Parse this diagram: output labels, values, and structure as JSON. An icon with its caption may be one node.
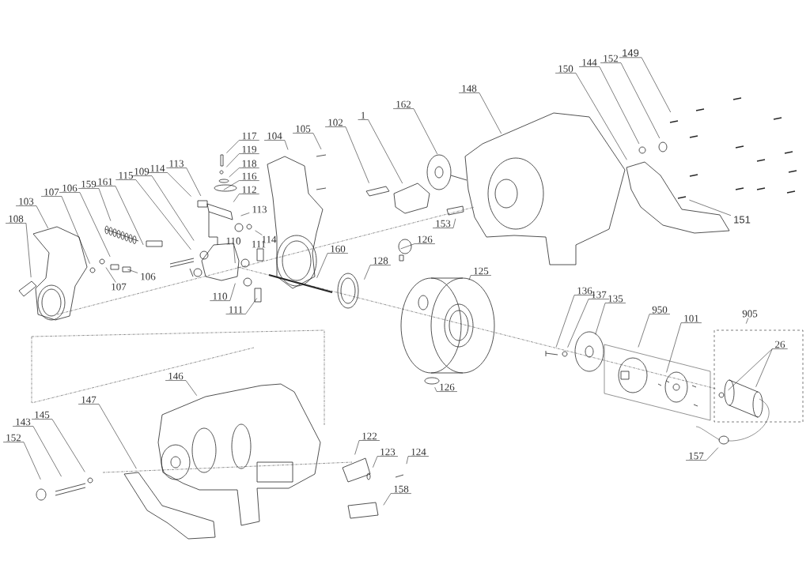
{
  "diagram": {
    "nodes": [
      {
        "text": [
          "149"
        ]
      },
      {
        "text": [
          "152"
        ]
      },
      {
        "text": [
          "144"
        ]
      },
      {
        "text": [
          "150"
        ]
      },
      {
        "text": [
          "148"
        ]
      },
      {
        "text": [
          "162"
        ]
      },
      {
        "text": [
          "1"
        ]
      },
      {
        "text": [
          "102"
        ]
      },
      {
        "text": [
          "105"
        ]
      },
      {
        "text": [
          "117"
        ]
      },
      {
        "text": [
          "104"
        ]
      },
      {
        "text": [
          "119"
        ]
      },
      {
        "text": [
          "118"
        ]
      },
      {
        "text": [
          "113"
        ]
      },
      {
        "text": [
          "114"
        ]
      },
      {
        "text": [
          "109"
        ]
      },
      {
        "text": [
          "115"
        ]
      },
      {
        "text": [
          "116"
        ]
      },
      {
        "text": [
          "161"
        ]
      },
      {
        "text": [
          "159"
        ]
      },
      {
        "text": [
          "106"
        ]
      },
      {
        "text": [
          "112"
        ]
      },
      {
        "text": [
          "107"
        ]
      },
      {
        "text": [
          "103"
        ]
      },
      {
        "text": [
          "113"
        ]
      },
      {
        "text": [
          "108"
        ]
      },
      {
        "text": [
          "151"
        ]
      },
      {
        "text": [
          "153"
        ]
      },
      {
        "text": [
          "126"
        ]
      },
      {
        "text": [
          "114"
        ]
      },
      {
        "text": [
          "110"
        ]
      },
      {
        "text": [
          "160"
        ]
      },
      {
        "text": [
          "128"
        ]
      },
      {
        "text": [
          "125"
        ]
      },
      {
        "text": [
          "106"
        ]
      },
      {
        "text": [
          "107"
        ]
      },
      {
        "text": [
          "136"
        ]
      },
      {
        "text": [
          "137"
        ]
      },
      {
        "text": [
          "110"
        ]
      },
      {
        "text": [
          "135"
        ]
      },
      {
        "text": [
          "950"
        ]
      },
      {
        "text": [
          "111"
        ]
      },
      {
        "text": [
          "905"
        ]
      },
      {
        "text": [
          "101"
        ]
      },
      {
        "text": [
          "26"
        ]
      },
      {
        "text": [
          "146"
        ]
      },
      {
        "text": [
          "126"
        ]
      },
      {
        "text": [
          "147"
        ]
      },
      {
        "text": [
          "145"
        ]
      },
      {
        "text": [
          "143"
        ]
      },
      {
        "text": [
          "122"
        ]
      },
      {
        "text": [
          "152"
        ]
      },
      {
        "text": [
          "123"
        ]
      },
      {
        "text": [
          "124"
        ]
      },
      {
        "text": [
          "157"
        ]
      },
      {
        "text": [
          "158"
        ]
      }
    ],
    "edges": [
      {
        "from": 0,
        "to": null,
        "arrow": "none"
      },
      {
        "from": 1,
        "to": null,
        "arrow": "none"
      },
      {
        "from": 2,
        "to": null,
        "arrow": "none"
      },
      {
        "from": 3,
        "to": null,
        "arrow": "none"
      },
      {
        "from": 4,
        "to": null,
        "arrow": "none"
      },
      {
        "from": 5,
        "to": null,
        "arrow": "none"
      },
      {
        "from": 6,
        "to": null,
        "arrow": "none"
      },
      {
        "from": 7,
        "to": null,
        "arrow": "none"
      },
      {
        "from": 8,
        "to": null,
        "arrow": "none"
      },
      {
        "from": 9,
        "to": null,
        "arrow": "none"
      },
      {
        "from": 10,
        "to": null,
        "arrow": "none"
      },
      {
        "from": 11,
        "to": null,
        "arrow": "none"
      },
      {
        "from": 12,
        "to": null,
        "arrow": "none"
      },
      {
        "from": 13,
        "to": null,
        "arrow": "none"
      },
      {
        "from": 14,
        "to": null,
        "arrow": "none"
      },
      {
        "from": 15,
        "to": null,
        "arrow": "none"
      },
      {
        "from": 16,
        "to": null,
        "arrow": "none"
      },
      {
        "from": 17,
        "to": null,
        "arrow": "none"
      },
      {
        "from": 18,
        "to": null,
        "arrow": "none"
      },
      {
        "from": 19,
        "to": null,
        "arrow": "none"
      },
      {
        "from": 20,
        "to": null,
        "arrow": "none"
      },
      {
        "from": 21,
        "to": null,
        "arrow": "none"
      },
      {
        "from": 22,
        "to": null,
        "arrow": "none"
      },
      {
        "from": 23,
        "to": null,
        "arrow": "none"
      },
      {
        "from": 24,
        "to": null,
        "arrow": "none"
      },
      {
        "from": 25,
        "to": null,
        "arrow": "none"
      },
      {
        "from": 26,
        "to": null,
        "arrow": "none"
      },
      {
        "from": 27,
        "to": null,
        "arrow": "none"
      },
      {
        "from": 28,
        "to": null,
        "arrow": "none"
      },
      {
        "from": 29,
        "to": null,
        "arrow": "none"
      },
      {
        "from": 30,
        "to": null,
        "arrow": "none"
      },
      {
        "from": 31,
        "to": null,
        "arrow": "none"
      },
      {
        "from": 32,
        "to": null,
        "arrow": "none"
      },
      {
        "from": 33,
        "to": null,
        "arrow": "none"
      },
      {
        "from": 34,
        "to": null,
        "arrow": "none"
      },
      {
        "from": 35,
        "to": null,
        "arrow": "none"
      },
      {
        "from": 36,
        "to": null,
        "arrow": "none"
      },
      {
        "from": 37,
        "to": null,
        "arrow": "none"
      },
      {
        "from": 38,
        "to": null,
        "arrow": "none"
      },
      {
        "from": 39,
        "to": null,
        "arrow": "none"
      },
      {
        "from": 40,
        "to": null,
        "arrow": "none"
      },
      {
        "from": 41,
        "to": null,
        "arrow": "none"
      },
      {
        "from": 42,
        "to": null,
        "arrow": "none"
      },
      {
        "from": 43,
        "to": null,
        "arrow": "none"
      },
      {
        "from": 44,
        "to": null,
        "arrow": "none"
      },
      {
        "from": 44,
        "to": null,
        "arrow": "none"
      },
      {
        "from": 45,
        "to": null,
        "arrow": "none"
      },
      {
        "from": 46,
        "to": null,
        "arrow": "none"
      },
      {
        "from": 47,
        "to": null,
        "arrow": "none"
      },
      {
        "from": 48,
        "to": null,
        "arrow": "none"
      },
      {
        "from": 49,
        "to": null,
        "arrow": "none"
      },
      {
        "from": 50,
        "to": null,
        "arrow": "none"
      },
      {
        "from": 51,
        "to": null,
        "arrow": "none"
      },
      {
        "from": 52,
        "to": null,
        "arrow": "none"
      },
      {
        "from": 53,
        "to": null,
        "arrow": "none"
      },
      {
        "from": 54,
        "to": null,
        "arrow": "none"
      },
      {
        "from": 55,
        "to": null,
        "arrow": "none"
      }
    ],
    "labels": [
      "111"
    ]
  }
}
